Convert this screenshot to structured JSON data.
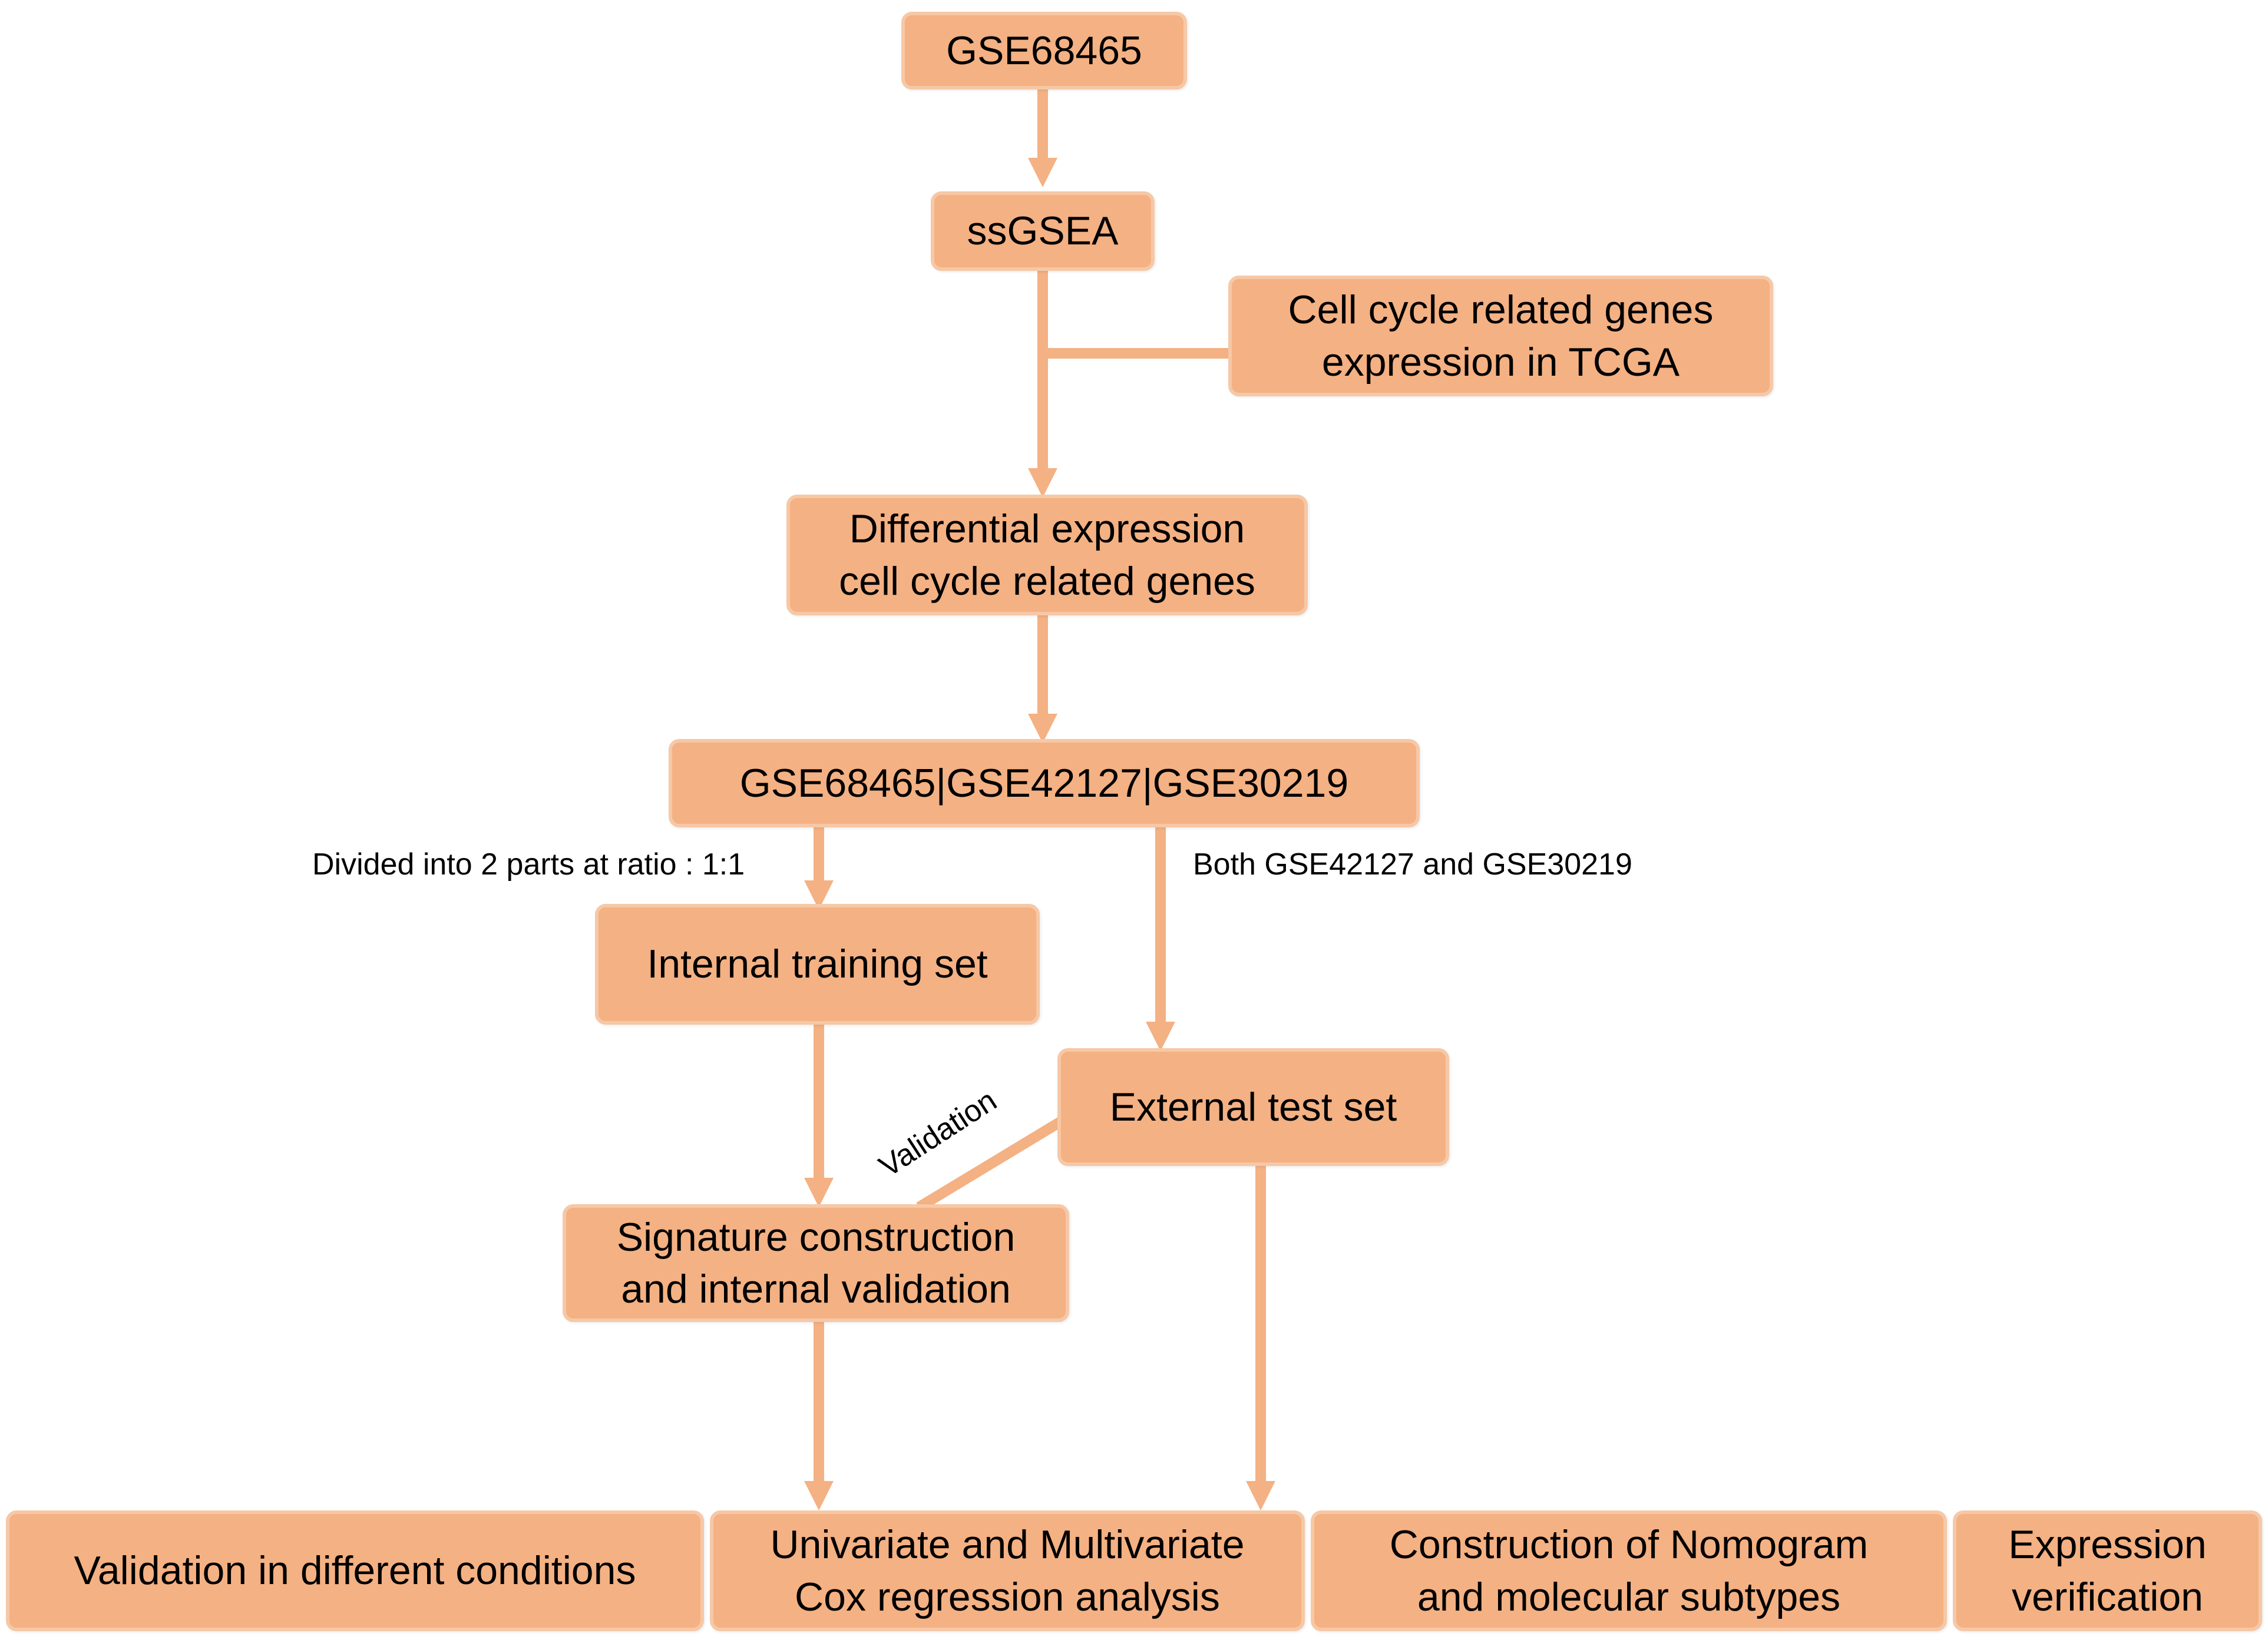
{
  "nodes": {
    "gse68465": "GSE68465",
    "ssgsea": "ssGSEA",
    "tcga": "Cell cycle related genes\nexpression in TCGA",
    "diff": "Differential expression\ncell cycle related genes",
    "merged": "GSE68465|GSE42127|GSE30219",
    "training": "Internal training set",
    "external": "External test set",
    "signature": "Signature construction\nand internal validation",
    "validation_conditions": "Validation in different conditions",
    "cox": "Univariate  and Multivariate\nCox regression analysis",
    "nomogram": "Construction of Nomogram\nand molecular subtypes",
    "expression": "Expression\nverification"
  },
  "edge_labels": {
    "divided": "Divided into 2 parts at ratio : 1:1",
    "both": "Both GSE42127 and GSE30219",
    "validation": "Validation"
  },
  "colors": {
    "box_fill": "#f4b183",
    "box_border": "#f6c8a6",
    "arrow": "#f4b183"
  }
}
